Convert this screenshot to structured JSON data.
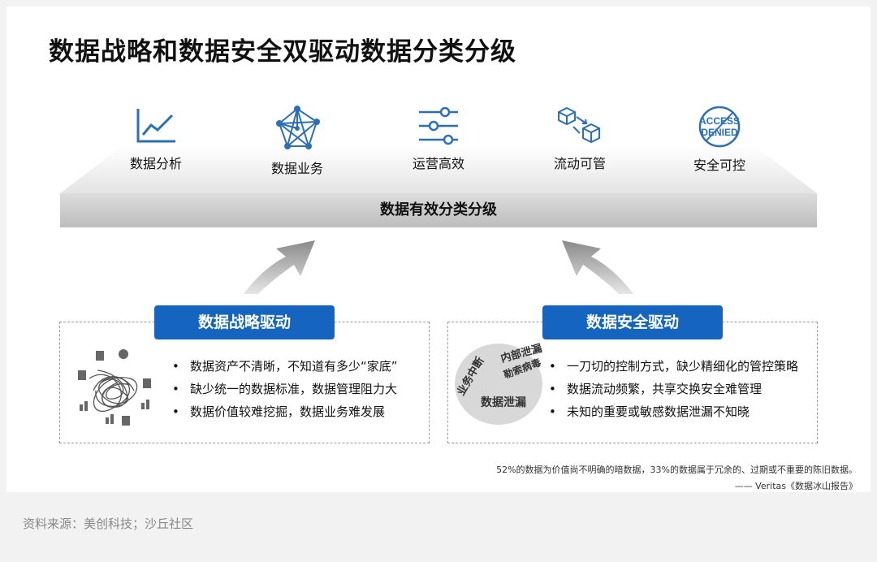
{
  "title": "数据战略和数据安全双驱动数据分类分级",
  "icons": [
    {
      "label": "数据分析",
      "icon": "line-chart-icon"
    },
    {
      "label": "数据业务",
      "icon": "network-icon"
    },
    {
      "label": "运营高效",
      "icon": "sliders-icon"
    },
    {
      "label": "流动可管",
      "icon": "cubes-flow-icon"
    },
    {
      "label": "安全可控",
      "icon": "access-denied-icon",
      "icon_text": [
        "ACCESS",
        "DENIED"
      ]
    }
  ],
  "platform_label": "数据有效分类分级",
  "left": {
    "heading": "数据战略驱动",
    "bullets": [
      "数据资产不清晰，不知道有多少“家底”",
      "缺少统一的数据标准，数据管理阻力大",
      "数据价值较难挖掘，数据业务难发展"
    ]
  },
  "right": {
    "heading": "数据安全驱动",
    "bullets": [
      "一刀切的控制方式，缺少精细化的管控策略",
      "数据流动频繁，共享交换安全难管理",
      "未知的重要或敏感数据泄漏不知晓"
    ],
    "wordcloud": [
      "数据泄漏",
      "内部泄漏",
      "勒索病毒",
      "业务中断"
    ]
  },
  "note": {
    "line1": "52%的数据为价值尚不明确的暗数据，33%的数据属于冗余的、过期或不重要的陈旧数据。",
    "line2": "—— Veritas《数据冰山报告》"
  },
  "source": "资料来源：美创科技；沙丘社区",
  "colors": {
    "accent": "#1565c0",
    "icon": "#2a6fb8",
    "platform": "#cfcfcf"
  }
}
